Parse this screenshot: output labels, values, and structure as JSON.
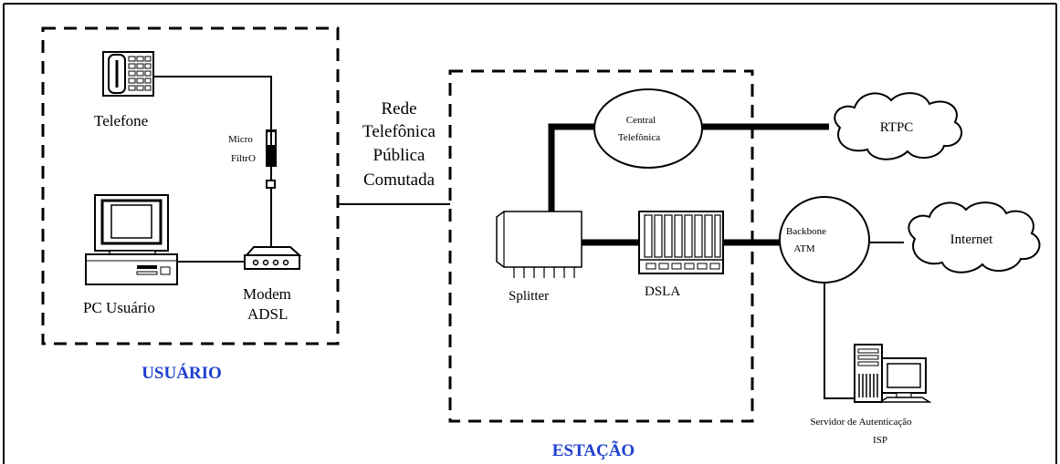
{
  "groups": {
    "usuario": "USUÁRIO",
    "estacao": "ESTAÇÃO"
  },
  "labels": {
    "telefone": "Telefone",
    "micro": "Micro",
    "filtro": "FiltrO",
    "pc_usuario": "PC Usuário",
    "modem_line1": "Modem",
    "modem_line2": "ADSL",
    "rede_line1": "Rede",
    "rede_line2": "Telefônica",
    "rede_line3": "Pública",
    "rede_line4": "Comutada",
    "splitter": "Splitter",
    "dsla": "DSLA",
    "central_line1": "Central",
    "central_line2": "Telefônica",
    "rtpc": "RTPC",
    "backbone_line1": "Backbone",
    "backbone_line2": "ATM",
    "internet": "Internet",
    "servidor_line1": "Servidor de Autenticação",
    "servidor_line2": "ISP"
  },
  "colors": {
    "group_label": "#1f3fd0",
    "lines": "#000000"
  }
}
